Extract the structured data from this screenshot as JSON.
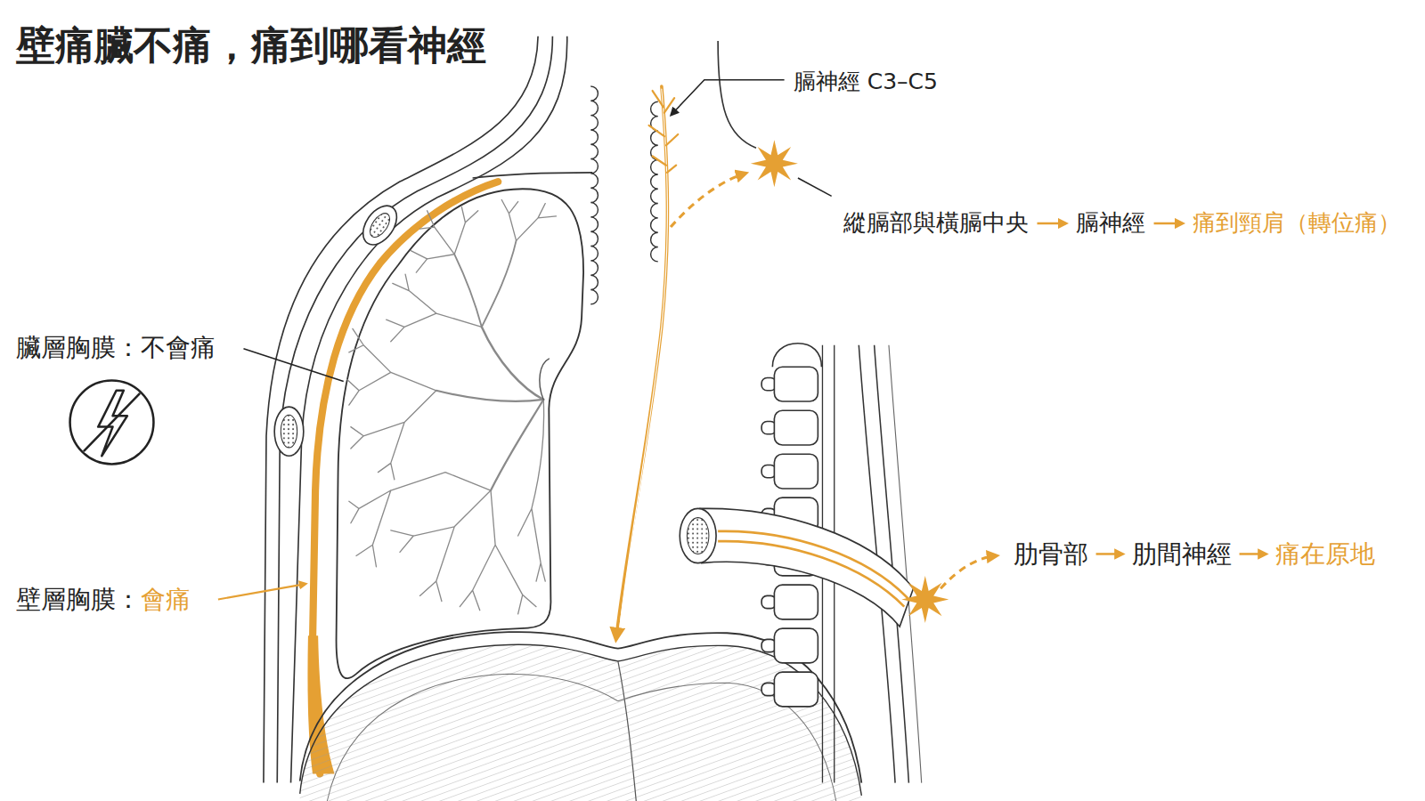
{
  "diagram": {
    "title": "壁痛臟不痛，痛到哪看神經",
    "labels": [
      "膈神經 C3–C5",
      "縱膈部與橫膈中央",
      "膈神經",
      "痛到頸肩（轉位痛）",
      "臟層胸膜：不會痛",
      "壁層胸膜：",
      "會痛",
      "肋骨部",
      "肋間神經",
      "痛在原地"
    ]
  }
}
